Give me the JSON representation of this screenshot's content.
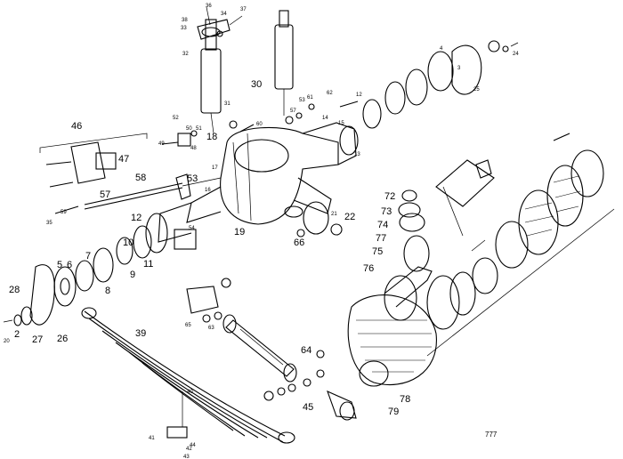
{
  "labels_large": [
    "46",
    "47",
    "58",
    "57",
    "53",
    "18",
    "12",
    "10",
    "11",
    "9",
    "8",
    "7",
    "6",
    "5",
    "28",
    "2",
    "27",
    "26",
    "39",
    "30",
    "19",
    "22",
    "66",
    "72",
    "73",
    "74",
    "77",
    "75",
    "76",
    "64",
    "45",
    "78",
    "79"
  ],
  "labels_small": [
    "38",
    "36",
    "33",
    "37",
    "34",
    "32",
    "35",
    "52",
    "50",
    "51",
    "49",
    "48",
    "31",
    "60",
    "57",
    "61",
    "62",
    "53",
    "14",
    "15",
    "16",
    "17",
    "12",
    "13",
    "25",
    "3",
    "4",
    "24",
    "59",
    "42",
    "43",
    "44",
    "41",
    "40",
    "65",
    "63",
    "54",
    "20",
    "21"
  ],
  "figure_code": "777"
}
